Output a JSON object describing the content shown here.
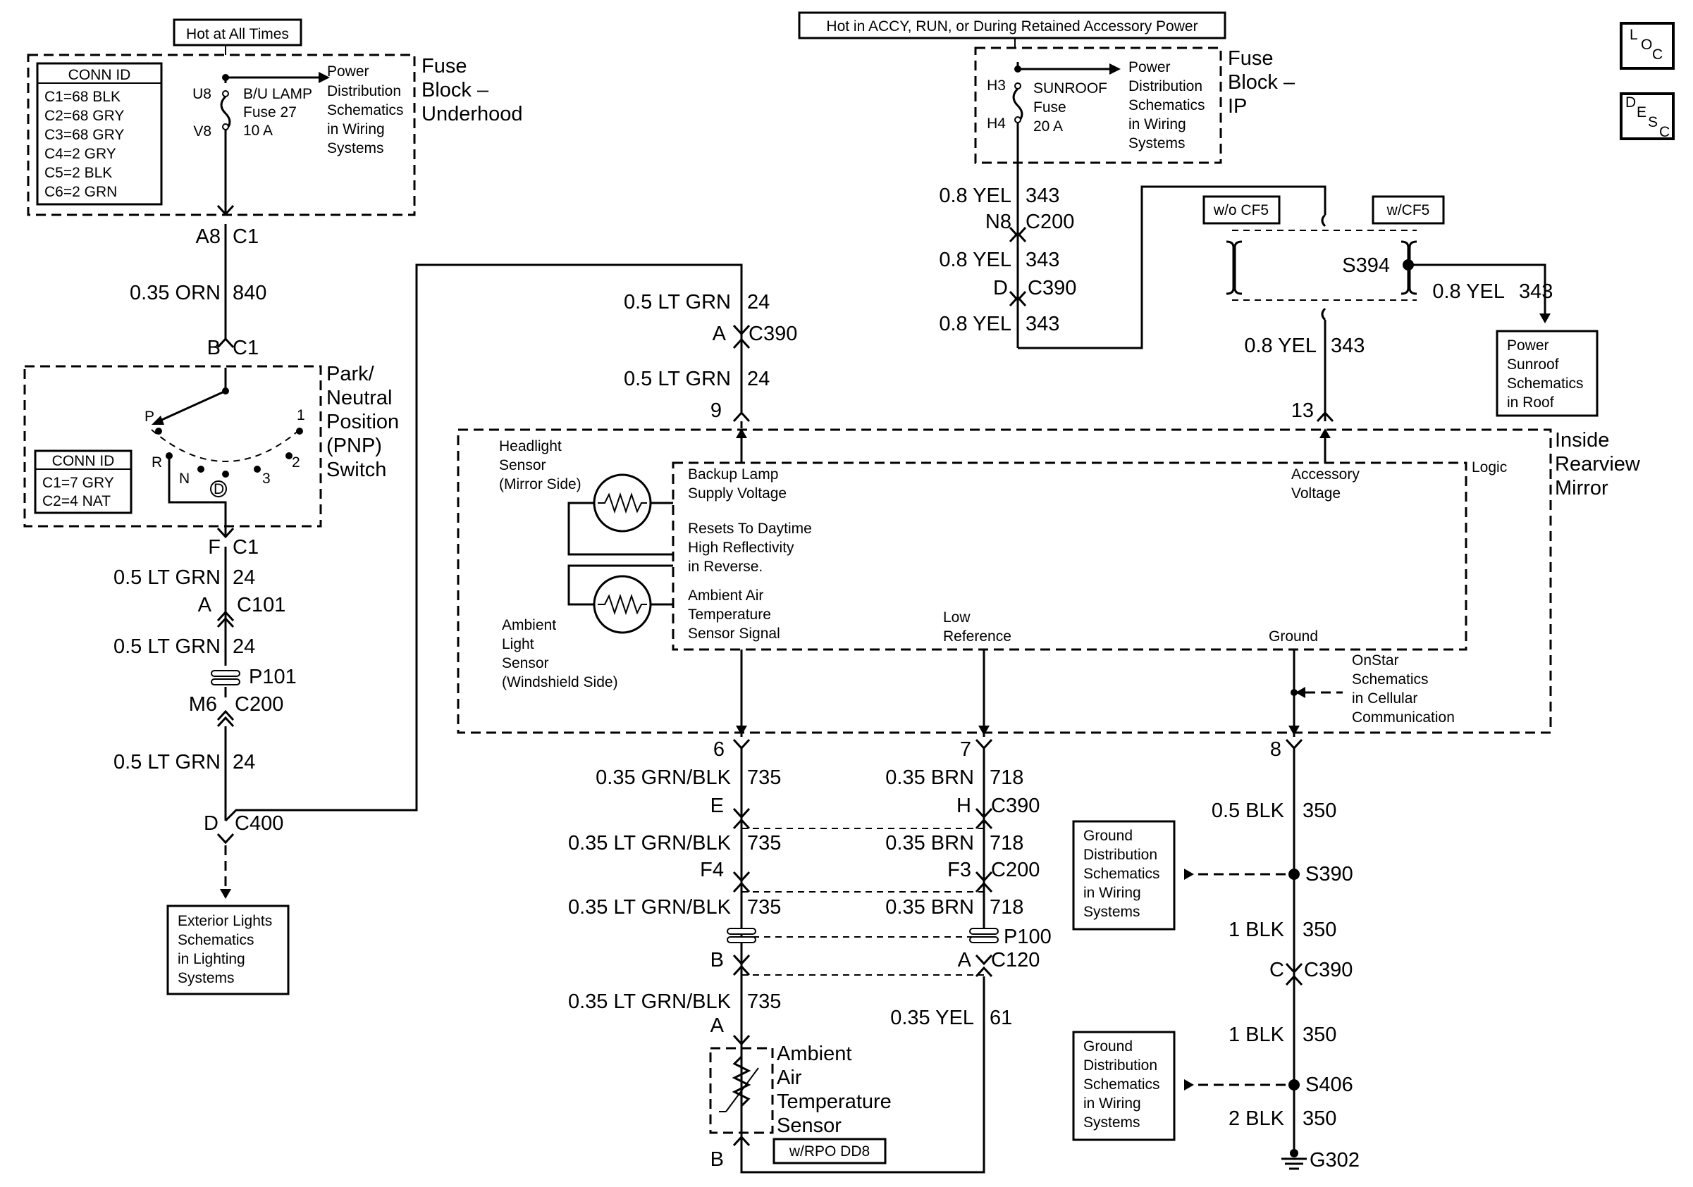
{
  "diagram": {
    "hot_labels": {
      "always": "Hot at All Times",
      "accy": "Hot in ACCY, RUN, or During Retained Accessory Power"
    },
    "loc_desc": {
      "loc": [
        "L",
        "O",
        "C"
      ],
      "desc": [
        "D",
        "E",
        "S",
        "C"
      ]
    },
    "fuse_block_underhood": {
      "title": [
        "Fuse",
        "Block –",
        "Underhood"
      ],
      "conn_id_title": "CONN ID",
      "conn_ids": [
        "C1=68 BLK",
        "C2=68 GRY",
        "C3=68 GRY",
        "C4=2 GRY",
        "C5=2 BLK",
        "C6=2 GRN"
      ],
      "pin_top": "U8",
      "pin_bottom": "V8",
      "fuse": [
        "B/U LAMP",
        "Fuse 27",
        "10 A"
      ],
      "ref": [
        "Power",
        "Distribution",
        "Schematics",
        "in Wiring",
        "Systems"
      ]
    },
    "fuse_block_ip": {
      "title": [
        "Fuse",
        "Block –",
        "IP"
      ],
      "pin_top": "H3",
      "pin_bottom": "H4",
      "fuse": [
        "SUNROOF",
        "Fuse",
        "20 A"
      ],
      "ref": [
        "Power",
        "Distribution",
        "Schematics",
        "in Wiring",
        "Systems"
      ]
    },
    "pnp_switch": {
      "title": [
        "Park/",
        "Neutral",
        "Position",
        "(PNP)",
        "Switch"
      ],
      "conn_id_title": "CONN ID",
      "conn_ids": [
        "C1=7 GRY",
        "C2=4 NAT"
      ],
      "positions": [
        "P",
        "R",
        "N",
        "D",
        "3",
        "2",
        "1"
      ]
    },
    "left_wires": [
      {
        "spec": "0.35 ORN",
        "circuit": "840"
      },
      {
        "spec": "0.5 LT GRN",
        "circuit": "24"
      },
      {
        "spec": "0.5 LT GRN",
        "circuit": "24"
      },
      {
        "spec": "0.5 LT GRN",
        "circuit": "24"
      }
    ],
    "left_connectors": [
      {
        "pin": "A8",
        "conn": "C1"
      },
      {
        "pin": "B",
        "conn": "C1"
      },
      {
        "pin": "F",
        "conn": "C1"
      },
      {
        "pin": "A",
        "conn": "C101"
      },
      {
        "pin": "M6",
        "conn": "C200"
      },
      {
        "pin": "D",
        "conn": "C400"
      }
    ],
    "p101": "P101",
    "exterior_ref": [
      "Exterior Lights",
      "Schematics",
      "in Lighting",
      "Systems"
    ],
    "mirror_feed": {
      "wire1": {
        "spec": "0.5 LT GRN",
        "circuit": "24"
      },
      "conn": {
        "pin": "A",
        "conn": "C390"
      },
      "wire2": {
        "spec": "0.5 LT GRN",
        "circuit": "24"
      },
      "pin": "9"
    },
    "sunroof_feed": {
      "wires": [
        {
          "spec": "0.8 YEL",
          "circuit": "343"
        },
        {
          "spec": "0.8 YEL",
          "circuit": "343"
        },
        {
          "spec": "0.8 YEL",
          "circuit": "343"
        }
      ],
      "connectors": [
        {
          "pin": "N8",
          "conn": "C200"
        },
        {
          "pin": "D",
          "conn": "C390"
        }
      ],
      "opt_wo": "w/o CF5",
      "opt_w": "w/CF5",
      "splice": "S394",
      "mirror_wire": {
        "spec": "0.8 YEL",
        "circuit": "343"
      },
      "mirror_pin": "13",
      "roof_wire": {
        "spec": "0.8 YEL",
        "circuit": "343"
      },
      "roof_ref": [
        "Power",
        "Sunroof",
        "Schematics",
        "in Roof"
      ]
    },
    "mirror": {
      "title": [
        "Inside",
        "Rearview",
        "Mirror"
      ],
      "logic": "Logic",
      "headlight_sensor": [
        "Headlight",
        "Sensor",
        "(Mirror Side)"
      ],
      "ambient_light_sensor": [
        "Ambient",
        "Light",
        "Sensor",
        "(Windshield Side)"
      ],
      "backup_lamp": [
        "Backup Lamp",
        "Supply Voltage"
      ],
      "resets": [
        "Resets To Daytime",
        "High Reflectivity",
        "in Reverse."
      ],
      "ambient_signal": [
        "Ambient Air",
        "Temperature",
        "Sensor Signal"
      ],
      "low_ref": [
        "Low",
        "Reference"
      ],
      "accessory": [
        "Accessory",
        "Voltage"
      ],
      "ground": "Ground",
      "onstar_ref": [
        "OnStar",
        "Schematics",
        "in Cellular",
        "Communication"
      ],
      "pin6": "6",
      "pin7": "7",
      "pin8": "8"
    },
    "signal_circuit": {
      "wires": [
        {
          "spec": "0.35 GRN/BLK",
          "circuit": "735"
        },
        {
          "spec": "0.35 LT GRN/BLK",
          "circuit": "735"
        },
        {
          "spec": "0.35 LT GRN/BLK",
          "circuit": "735"
        },
        {
          "spec": "0.35 LT GRN/BLK",
          "circuit": "735"
        }
      ],
      "pins": [
        "E",
        "F4",
        "B",
        "A",
        "B"
      ]
    },
    "low_ref_circuit": {
      "wires": [
        {
          "spec": "0.35 BRN",
          "circuit": "718"
        },
        {
          "spec": "0.35 BRN",
          "circuit": "718"
        },
        {
          "spec": "0.35 BRN",
          "circuit": "718"
        },
        {
          "spec": "0.35 YEL",
          "circuit": "61"
        }
      ],
      "connectors": [
        {
          "pin": "H",
          "conn": "C390"
        },
        {
          "pin": "F3",
          "conn": "C200"
        },
        {
          "pin": "A",
          "conn": "C120"
        }
      ],
      "p100": "P100"
    },
    "ambient_sensor": {
      "title": [
        "Ambient",
        "Air",
        "Temperature",
        "Sensor"
      ],
      "option": "w/RPO DD8"
    },
    "ground_circuit": {
      "wires": [
        {
          "spec": "0.5 BLK",
          "circuit": "350"
        },
        {
          "spec": "1 BLK",
          "circuit": "350"
        },
        {
          "spec": "1 BLK",
          "circuit": "350"
        },
        {
          "spec": "2 BLK",
          "circuit": "350"
        }
      ],
      "splices": [
        "S390",
        "S406"
      ],
      "conn": {
        "pin": "C",
        "conn": "C390"
      },
      "ground": "G302",
      "ground_ref": [
        "Ground",
        "Distribution",
        "Schematics",
        "in Wiring",
        "Systems"
      ]
    }
  }
}
